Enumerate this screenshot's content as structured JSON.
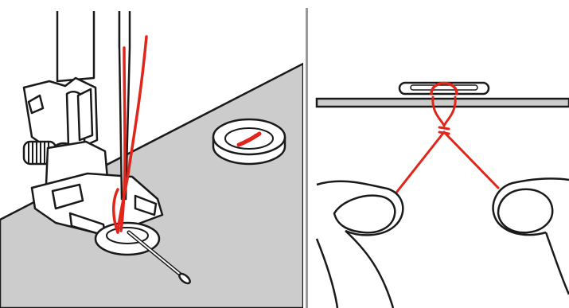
{
  "colors": {
    "fabric": "#cccccc",
    "thread": "#e0261b",
    "outline": "#1a1a1a",
    "divider": "#999999",
    "background": "#ffffff"
  },
  "panels": [
    {
      "id": "left",
      "depicts": [
        "presser-foot",
        "needle",
        "fabric",
        "button",
        "thread"
      ]
    },
    {
      "id": "right",
      "depicts": [
        "button-on-fabric",
        "thread-knot",
        "fingers"
      ]
    }
  ]
}
